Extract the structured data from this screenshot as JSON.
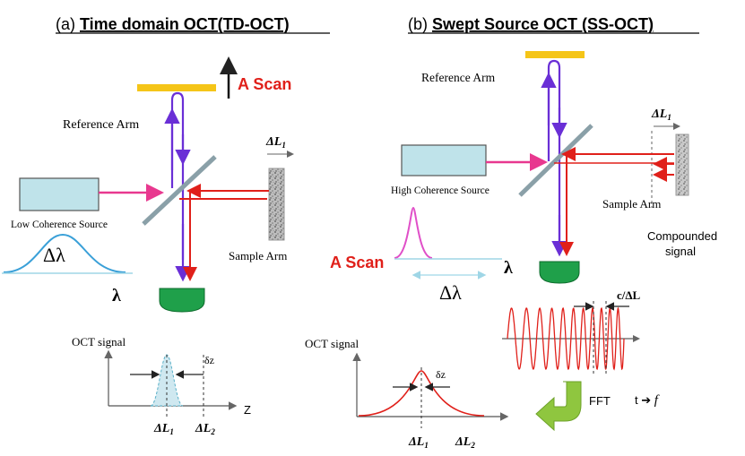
{
  "colors": {
    "mirror": "#f5c518",
    "beam_purple": "#6a2fd6",
    "beam_red": "#e0201a",
    "beam_pink": "#e8388f",
    "source_fill": "#bfe3ea",
    "detector": "#1fa04a",
    "scan_label": "#e0201a",
    "spectrum_blue": "#3aa0d8",
    "peak_magenta": "#e04fc8",
    "fft_arrow": "#8fc63f",
    "signal_fill": "#cfe8f0",
    "axis": "#333333"
  },
  "td": {
    "title_prefix": "(a) ",
    "title": "Time domain OCT(TD-OCT)",
    "a_scan": "A Scan",
    "reference_arm": "Reference Arm",
    "sample_arm": "Sample Arm",
    "source": "Low Coherence Source",
    "delta_lambda": "Δλ",
    "lambda": "λ",
    "delta_l1_top": "ΔL",
    "sub1": "1",
    "oct_signal": "OCT signal",
    "delta_z": "δz",
    "axis_z": "Z",
    "delta_l1": "ΔL",
    "delta_l2": "ΔL",
    "sub2": "2"
  },
  "ss": {
    "title_prefix": "(b) ",
    "title": "Swept Source OCT (SS-OCT)",
    "reference_arm": "Reference Arm",
    "source": "High Coherence Source",
    "sample_arm": "Sample Arm",
    "delta_l1_top": "ΔL",
    "sub1": "1",
    "compounded_1": "Compounded",
    "compounded_2": "signal",
    "a_scan": "A Scan",
    "delta_lambda": "Δλ",
    "lambda": "λ",
    "c_over_dl": "c/ΔL",
    "oct_signal": "OCT signal",
    "delta_z": "δz",
    "delta_l1": "ΔL",
    "delta_l2": "ΔL",
    "sub2": "2",
    "fft": "FFT",
    "t_to": "t ➔ ",
    "f": "f"
  }
}
